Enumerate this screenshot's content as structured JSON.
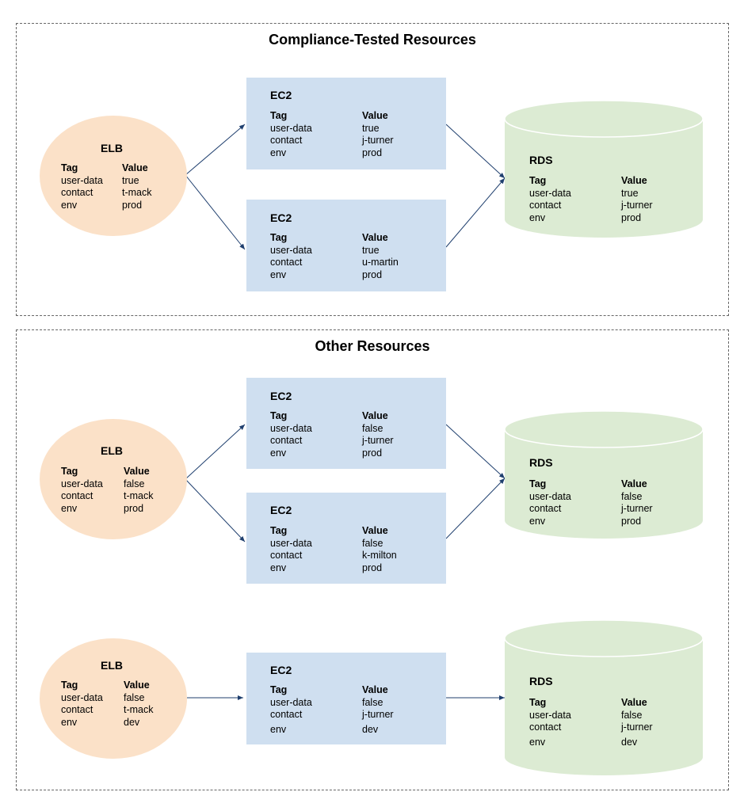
{
  "sections": [
    {
      "title": "Compliance-Tested Resources",
      "elb": {
        "title": "ELB",
        "tag_header": "Tag",
        "value_header": "Value",
        "rows": [
          [
            "user-data",
            "true"
          ],
          [
            "contact",
            "t-mack"
          ],
          [
            "env",
            "prod"
          ]
        ]
      },
      "ec2": [
        {
          "title": "EC2",
          "tag_header": "Tag",
          "value_header": "Value",
          "rows": [
            [
              "user-data",
              "true"
            ],
            [
              "contact",
              "j-turner"
            ],
            [
              "env",
              "prod"
            ]
          ]
        },
        {
          "title": "EC2",
          "tag_header": "Tag",
          "value_header": "Value",
          "rows": [
            [
              "user-data",
              "true"
            ],
            [
              "contact",
              "u-martin"
            ],
            [
              "env",
              "prod"
            ]
          ]
        }
      ],
      "rds": {
        "title": "RDS",
        "tag_header": "Tag",
        "value_header": "Value",
        "rows": [
          [
            "user-data",
            "true"
          ],
          [
            "contact",
            "j-turner"
          ],
          [
            "env",
            "prod"
          ]
        ]
      }
    },
    {
      "title": "Other Resources",
      "elb": {
        "title": "ELB",
        "tag_header": "Tag",
        "value_header": "Value",
        "rows": [
          [
            "user-data",
            "false"
          ],
          [
            "contact",
            "t-mack"
          ],
          [
            "env",
            "prod"
          ]
        ]
      },
      "ec2": [
        {
          "title": "EC2",
          "tag_header": "Tag",
          "value_header": "Value",
          "rows": [
            [
              "user-data",
              "false"
            ],
            [
              "contact",
              "j-turner"
            ],
            [
              "env",
              "prod"
            ]
          ]
        },
        {
          "title": "EC2",
          "tag_header": "Tag",
          "value_header": "Value",
          "rows": [
            [
              "user-data",
              "false"
            ],
            [
              "contact",
              "k-milton"
            ],
            [
              "env",
              "prod"
            ]
          ]
        }
      ],
      "rds": {
        "title": "RDS",
        "tag_header": "Tag",
        "value_header": "Value",
        "rows": [
          [
            "user-data",
            "false"
          ],
          [
            "contact",
            "j-turner"
          ],
          [
            "env",
            "prod"
          ]
        ]
      },
      "elb2": {
        "title": "ELB",
        "tag_header": "Tag",
        "value_header": "Value",
        "rows": [
          [
            "user-data",
            "false"
          ],
          [
            "contact",
            "t-mack"
          ],
          [
            "env",
            "dev"
          ]
        ]
      },
      "ec2_3": {
        "title": "EC2",
        "tag_header": "Tag",
        "value_header": "Value",
        "rows": [
          [
            "user-data",
            "false"
          ],
          [
            "contact",
            "j-turner"
          ],
          [
            "env",
            "dev"
          ]
        ]
      },
      "rds2": {
        "title": "RDS",
        "tag_header": "Tag",
        "value_header": "Value",
        "rows": [
          [
            "user-data",
            "false"
          ],
          [
            "contact",
            "j-turner"
          ],
          [
            "env",
            "dev"
          ]
        ]
      }
    }
  ],
  "colors": {
    "ec2_fill": "#cfdff0",
    "elb_fill": "#fbe1c8",
    "rds_fill": "#dcebd3",
    "arrow": "#1f3f6e"
  }
}
